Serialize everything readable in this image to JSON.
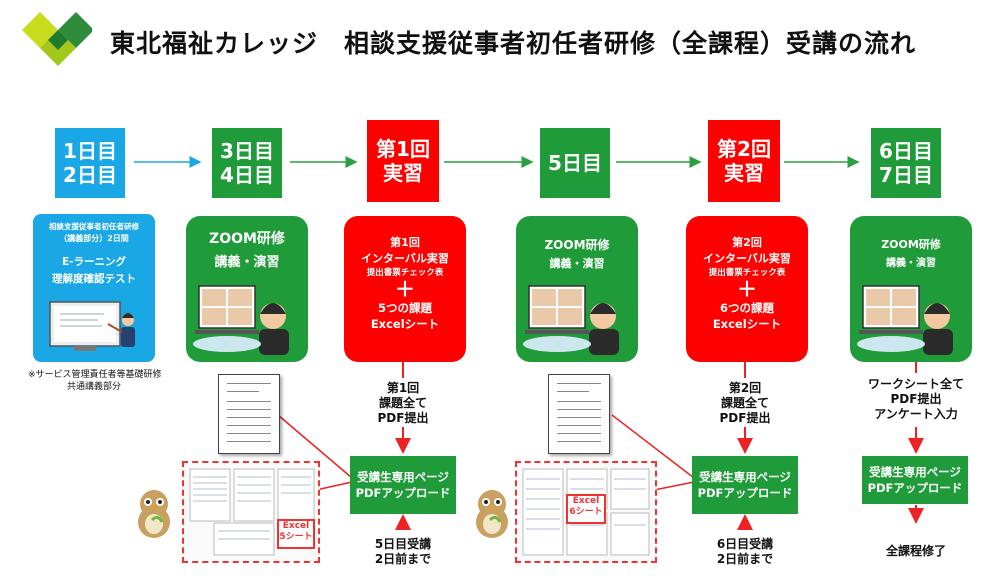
{
  "title": "東北福祉カレッジ　相談支援従事者初任者研修（全課程）受講の流れ",
  "colors": {
    "blue": "#1aa7e6",
    "green": "#1f9b3a",
    "red": "#ff0000",
    "logo_light": "#c8dc1e",
    "logo_dark": "#2e8b3a"
  },
  "steps": [
    {
      "l1": "1日目",
      "l2": "2日目"
    },
    {
      "l1": "3日目",
      "l2": "4日目"
    },
    {
      "l1": "第1回",
      "l2": "実習"
    },
    {
      "l1": "5日目",
      "l2": ""
    },
    {
      "l1": "第2回",
      "l2": "実習"
    },
    {
      "l1": "6日目",
      "l2": "7日目"
    }
  ],
  "elearn": {
    "top1": "相談支援従事者初任者研修",
    "top2": "（講義部分）2日間",
    "name1": "E-ラーニング",
    "name2": "理解度確認テスト",
    "note1": "※サービス管理責任者等基礎研修",
    "note2": "共通講義部分"
  },
  "zoom": {
    "l1": "ZOOM研修",
    "l2": "講義・演習"
  },
  "practicum1": {
    "a": "第1回",
    "b": "インターバル実習",
    "c": "提出書票チェック表",
    "plus": "＋",
    "d": "5つの課題",
    "e": "Excelシート"
  },
  "practicum2": {
    "a": "第2回",
    "b": "インターバル実習",
    "c": "提出書票チェック表",
    "plus": "＋",
    "d": "6つの課題",
    "e": "Excelシート"
  },
  "submit1": {
    "l1": "第1回",
    "l2": "課題全て",
    "l3": "PDF提出"
  },
  "submit2": {
    "l1": "第2回",
    "l2": "課題全て",
    "l3": "PDF提出"
  },
  "submit3": {
    "l1": "ワークシート全て",
    "l2": "PDF提出",
    "l3": "アンケート入力"
  },
  "upload": {
    "l1": "受講生専用ページ",
    "l2": "PDFアップロード"
  },
  "deadline1": {
    "l1": "5日目受講",
    "l2": "2日前まで"
  },
  "deadline2": {
    "l1": "6日目受講",
    "l2": "2日前まで"
  },
  "finish": "全課程修了",
  "excel1": {
    "l1": "Excel",
    "l2": "5シート"
  },
  "excel2": {
    "l1": "Excel",
    "l2": "6シート"
  },
  "icons": [
    "logo-icon",
    "arrow-icon",
    "monitor-icon",
    "person-icon",
    "document-icon",
    "mascot-icon"
  ]
}
